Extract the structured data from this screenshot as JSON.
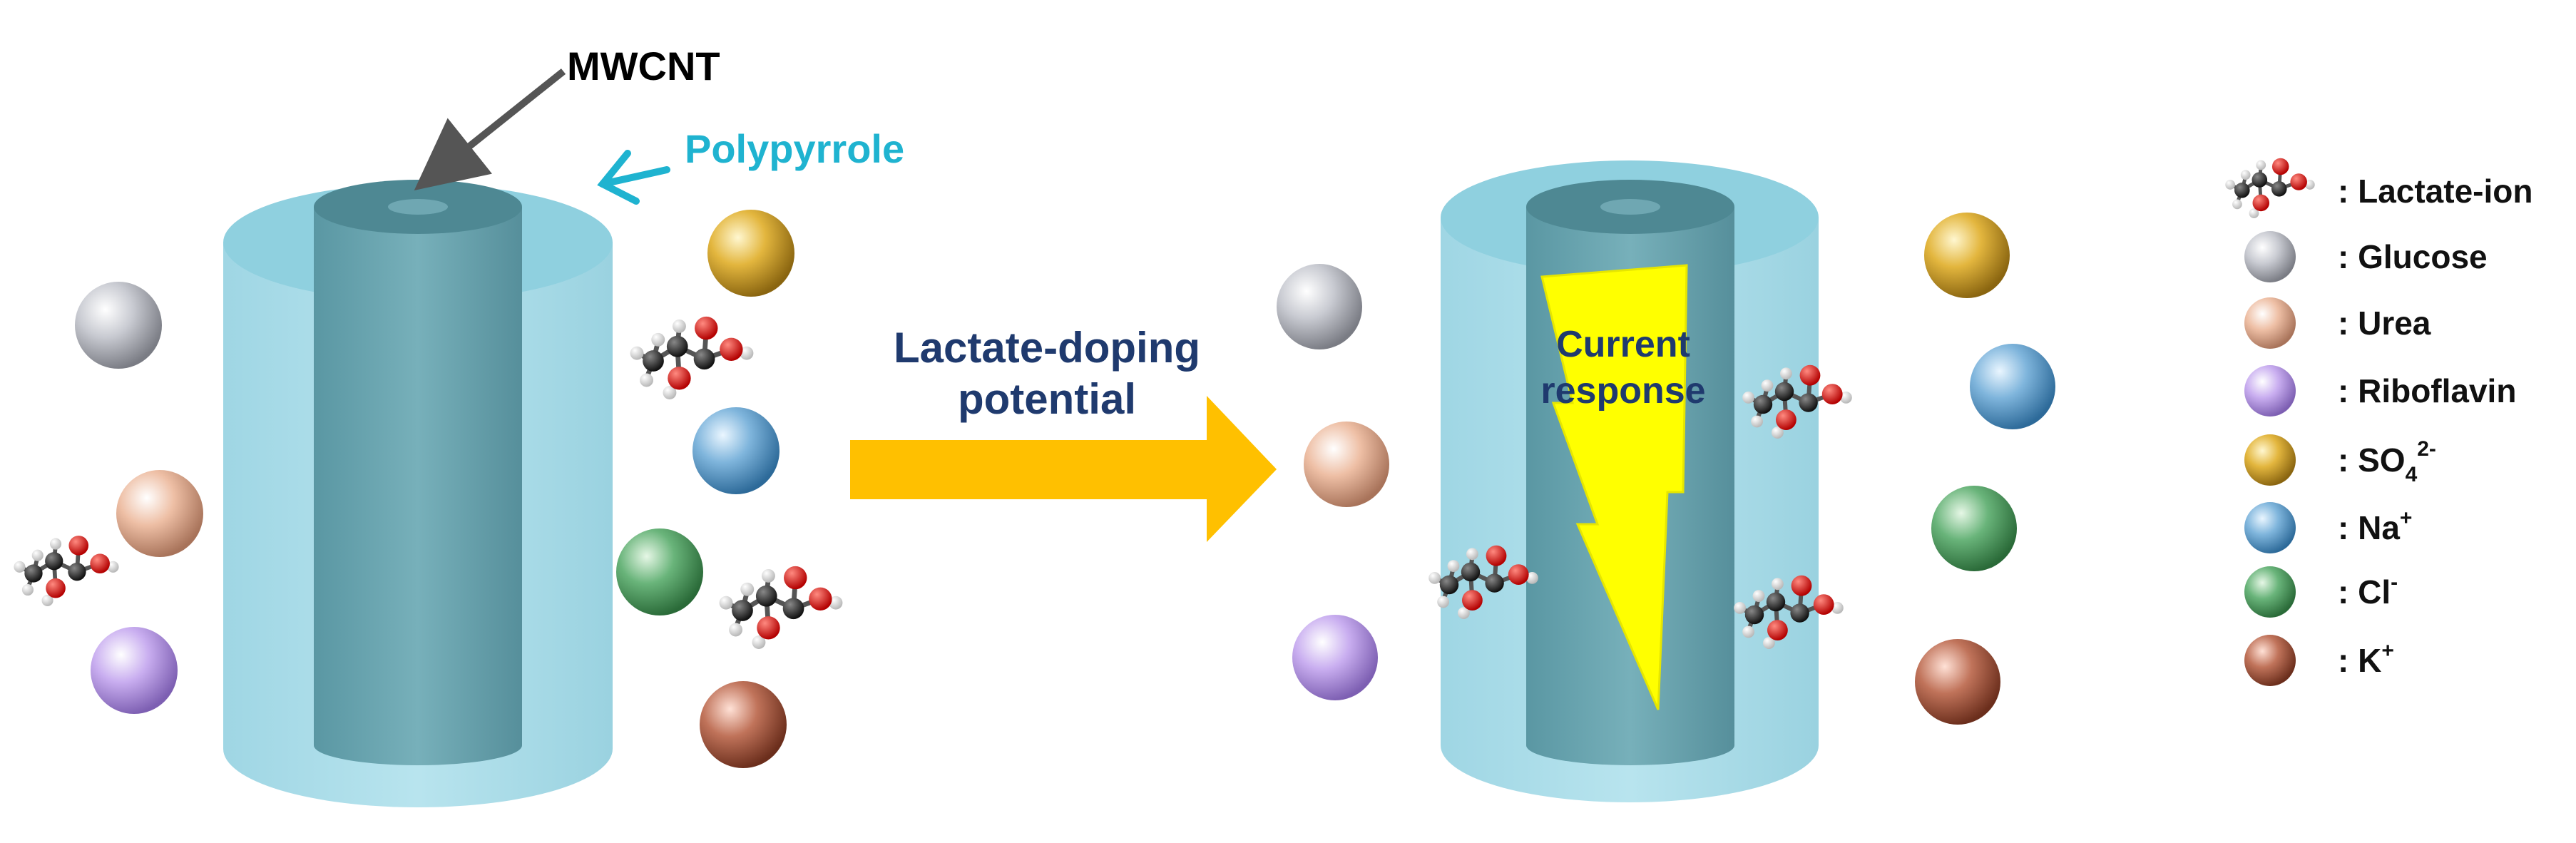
{
  "labels": {
    "mwcnt": "MWCNT",
    "polypyrrole": "Polypyrrole",
    "arrow_line1": "Lactate-doping",
    "arrow_line2": "potential",
    "current_line1": "Current",
    "current_line2": "response"
  },
  "legend": {
    "items": [
      {
        "label": ": Lactate-ion",
        "icon": "lactate-molecule-icon"
      },
      {
        "label": ": Glucose",
        "icon": "glucose-sphere-icon",
        "color": "#c9cbd2"
      },
      {
        "label": ": Urea",
        "icon": "urea-sphere-icon",
        "color": "#eebfa5"
      },
      {
        "label": ": Riboflavin",
        "icon": "riboflavin-sphere-icon",
        "color": "#c9aef0"
      },
      {
        "label_main": ": SO",
        "label_sub": "4",
        "label_sup": "2-",
        "icon": "sulfate-sphere-icon",
        "color": "#e3b63e"
      },
      {
        "label_main": ": Na",
        "label_sup": "+",
        "icon": "sodium-sphere-icon",
        "color": "#7fb5dc"
      },
      {
        "label_main": ": Cl",
        "label_sup": "-",
        "icon": "chloride-sphere-icon",
        "color": "#69b47a"
      },
      {
        "label_main": ": K",
        "label_sup": "+",
        "icon": "potassium-sphere-icon",
        "color": "#c0735a"
      }
    ]
  },
  "colors": {
    "polypyrrole_shell": "#a8dbe8",
    "mwcnt_core": "#5f9aa6",
    "polypyrrole_label": "#1fb3d0",
    "doping_arrow": "#ffc000",
    "lightning": "#ffff00",
    "title_text": "#1f3a6e",
    "pointer_arrow": "#555555"
  }
}
